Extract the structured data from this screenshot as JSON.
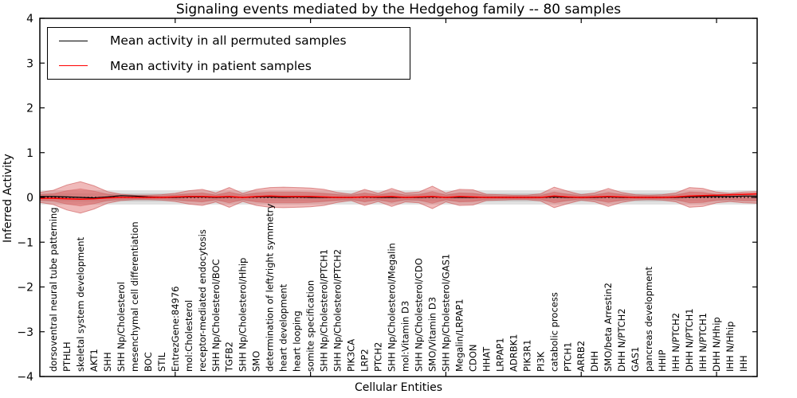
{
  "chart_data": {
    "type": "area",
    "title": "Signaling events mediated by the Hedgehog family -- 80 samples",
    "xlabel": "Cellular Entities",
    "ylabel": "Inferred Activity",
    "ylim": [
      -4,
      4
    ],
    "yticks": [
      4,
      3,
      2,
      1,
      0,
      -1,
      -2,
      -3,
      -4
    ],
    "ytick_labels": [
      "4",
      "3",
      "2",
      "1",
      "0",
      "−1",
      "−2",
      "−3",
      "−4"
    ],
    "xtick_category_indices": [
      9,
      19,
      29,
      39,
      49
    ],
    "grid": false,
    "legend_position": "upper left",
    "legend": {
      "items": [
        {
          "label": "Mean activity in all permuted samples",
          "color": "#000000"
        },
        {
          "label": "Mean activity in patient samples",
          "color": "#ff0000"
        }
      ]
    },
    "categories": [
      "dorsoventral neural tube patterning",
      "PTHLH",
      "skeletal system development",
      "AKT1",
      "SHH",
      "SHH Np/Cholesterol",
      "mesenchymal cell differentiation",
      "BOC",
      "STIL",
      "EntrezGene:84976",
      "mol:Cholesterol",
      "receptor-mediated endocytosis",
      "SHH Np/Cholesterol/BOC",
      "TGFB2",
      "SHH Np/Cholesterol/Hhip",
      "SMO",
      "determination of left/right symmetry",
      "heart development",
      "heart looping",
      "somite specification",
      "SHH Np/Cholesterol/PTCH1",
      "SHH Np/Cholesterol/PTCH2",
      "PIK3CA",
      "LRP2",
      "PTCH2",
      "SHH Np/Cholesterol/Megalin",
      "mol:Vitamin D3",
      "SHH Np/Cholesterol/CDO",
      "SMO/Vitamin D3",
      "SHH Np/Cholesterol/GAS1",
      "Megalin/LRPAP1",
      "CDON",
      "HHAT",
      "LRPAP1",
      "ADRBK1",
      "PIK3R1",
      "PI3K",
      "catabolic process",
      "PTCH1",
      "ARRB2",
      "DHH",
      "SMO/beta Arrestin2",
      "DHH N/PTCH2",
      "GAS1",
      "pancreas development",
      "HHIP",
      "IHH N/PTCH2",
      "DHH N/PTCH1",
      "IHH N/PTCH1",
      "DHH N/Hhip",
      "IHH N/Hhip",
      "IHH"
    ],
    "series": [
      {
        "name": "patient activity spread (outer band half-width)",
        "role": "band_outer",
        "values": [
          0.16,
          0.28,
          0.35,
          0.26,
          0.13,
          0.07,
          0.05,
          0.05,
          0.06,
          0.09,
          0.15,
          0.18,
          0.1,
          0.22,
          0.09,
          0.18,
          0.22,
          0.23,
          0.22,
          0.21,
          0.18,
          0.11,
          0.07,
          0.18,
          0.09,
          0.2,
          0.1,
          0.12,
          0.25,
          0.1,
          0.18,
          0.17,
          0.07,
          0.06,
          0.05,
          0.05,
          0.08,
          0.23,
          0.14,
          0.06,
          0.1,
          0.2,
          0.11,
          0.06,
          0.05,
          0.06,
          0.1,
          0.22,
          0.2,
          0.12,
          0.09,
          0.12
        ],
        "edge_values": [
          0.11,
          0.13
        ]
      },
      {
        "name": "patient activity spread (inner band half-width)",
        "role": "band_inner",
        "values": [
          0.08,
          0.15,
          0.19,
          0.14,
          0.07,
          0.04,
          0.03,
          0.03,
          0.03,
          0.05,
          0.08,
          0.1,
          0.05,
          0.12,
          0.05,
          0.1,
          0.12,
          0.12,
          0.12,
          0.11,
          0.09,
          0.06,
          0.04,
          0.1,
          0.05,
          0.11,
          0.05,
          0.06,
          0.13,
          0.05,
          0.1,
          0.09,
          0.04,
          0.03,
          0.03,
          0.03,
          0.04,
          0.12,
          0.07,
          0.03,
          0.05,
          0.11,
          0.06,
          0.03,
          0.03,
          0.03,
          0.05,
          0.12,
          0.11,
          0.06,
          0.05,
          0.07
        ],
        "edge_values": [
          0.06,
          0.07
        ]
      },
      {
        "name": "permuted samples spread (constant gray band half-widths)",
        "role": "permuted_band",
        "outer_half_width": 0.16,
        "inner_half_width": 0.09
      },
      {
        "name": "Mean activity in all permuted samples",
        "role": "permuted_mean_line",
        "values": [
          0.02,
          0.01,
          0.0,
          -0.01,
          0.01,
          0.04,
          0.03,
          0.01,
          0.0,
          0.0,
          0.01,
          0.01,
          0.0,
          0.01,
          0.0,
          0.01,
          0.01,
          0.0,
          0.01,
          0.0,
          0.0,
          0.0,
          0.0,
          0.01,
          0.0,
          0.0,
          0.0,
          0.0,
          0.01,
          0.0,
          0.0,
          0.0,
          0.0,
          0.0,
          0.0,
          0.0,
          0.0,
          0.01,
          0.0,
          0.0,
          0.0,
          0.01,
          0.0,
          0.0,
          0.0,
          0.0,
          0.0,
          0.01,
          0.02,
          0.02,
          0.02,
          0.03
        ],
        "edge_values": [
          0.02,
          0.03
        ]
      },
      {
        "name": "Mean activity in patient samples",
        "role": "patient_mean_line",
        "values": [
          -0.02,
          -0.03,
          -0.04,
          -0.03,
          -0.01,
          0.0,
          0.0,
          0.0,
          0.0,
          0.01,
          0.02,
          0.02,
          0.01,
          0.02,
          0.0,
          0.02,
          0.03,
          0.02,
          0.02,
          0.02,
          0.01,
          0.0,
          0.0,
          0.01,
          0.01,
          0.02,
          0.0,
          0.01,
          0.02,
          0.0,
          0.02,
          0.01,
          0.0,
          0.0,
          0.0,
          0.0,
          0.0,
          0.03,
          0.01,
          0.0,
          0.01,
          0.02,
          0.01,
          0.0,
          0.0,
          0.0,
          0.01,
          0.03,
          0.04,
          0.05,
          0.06,
          0.07
        ],
        "edge_values": [
          -0.02,
          0.08
        ]
      },
      {
        "name": "zero reference line",
        "role": "zero_line",
        "y": 0,
        "style": "dotted"
      }
    ],
    "colors": {
      "patient_line": "#ff0000",
      "permuted_line": "#000000",
      "zero_line": "#000000",
      "band_fill": "#dc5a5a",
      "band_fill_opacity": 0.42,
      "band_stroke": "#c84848",
      "permuted_band_fill": "#aaaaaa",
      "axis": "#000000"
    }
  }
}
